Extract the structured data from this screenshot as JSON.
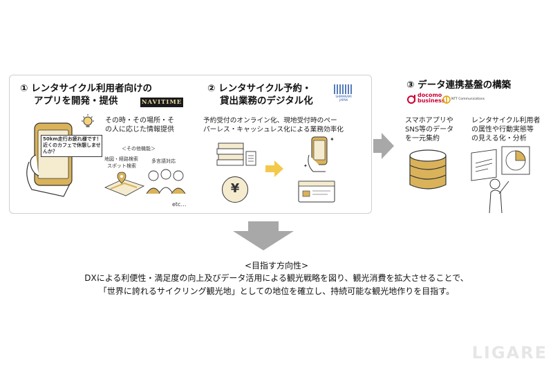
{
  "section1": {
    "title_line1": "① レンタサイクル利用者向けの",
    "title_line2": "アプリを開発・提供",
    "partner_logo": "NAVITIME",
    "desc_line1": "その時・その場所・そ",
    "desc_line2": "の人に応じた情報提供",
    "phone_message_line1": "50km走行お疲れ様です！",
    "phone_message_line2": "近くのカフェで休憩しませ",
    "phone_message_line3": "んか？",
    "features_heading": "＜その他機能＞",
    "feature_map_line1": "地図・経路検索",
    "feature_map_line2": "スポット検索",
    "feature_multilang": "多言語対応",
    "etc": "etc…"
  },
  "section2": {
    "title_line1": "② レンタサイクル予約・",
    "title_line2": "貸出業務のデジタル化",
    "partner_logo_text_line1": "SHIMANAMI",
    "partner_logo_text_line2": "JAPAN",
    "desc_line1": "予約受付のオンライン化、現地受付時のペー",
    "desc_line2": "パーレス・キャッシュレス化による業務効率化",
    "yen_symbol": "¥"
  },
  "section3": {
    "title": "③ データ連携基盤の構築",
    "logo_docomo_line1": "docomo",
    "logo_docomo_line2": "business",
    "logo_ntt": "NTT Communications",
    "col1_line1": "スマホアプリや",
    "col1_line2": "SNS等のデータ",
    "col1_line3": "を一元集約",
    "col2_line1": "レンタサイクル利用者",
    "col2_line2": "の属性や行動実態等",
    "col2_line3": "の見える化・分析"
  },
  "direction": {
    "heading": "<目指す方向性>",
    "line1": "DXによる利便性・満足度の向上及びデータ活用による観光戦略を図り、観光消費を拡大させることで、",
    "line2": "「世界に誇れるサイクリング観光地」としての地位を確立し、持続可能な観光地作りを目指す。"
  },
  "watermark": "LIGARE",
  "colors": {
    "accent_gold": "#d9b25a",
    "arrow_gray": "#a8a8a8",
    "arrow_yellow": "#f3c94c",
    "docomo_red": "#cc0033"
  }
}
